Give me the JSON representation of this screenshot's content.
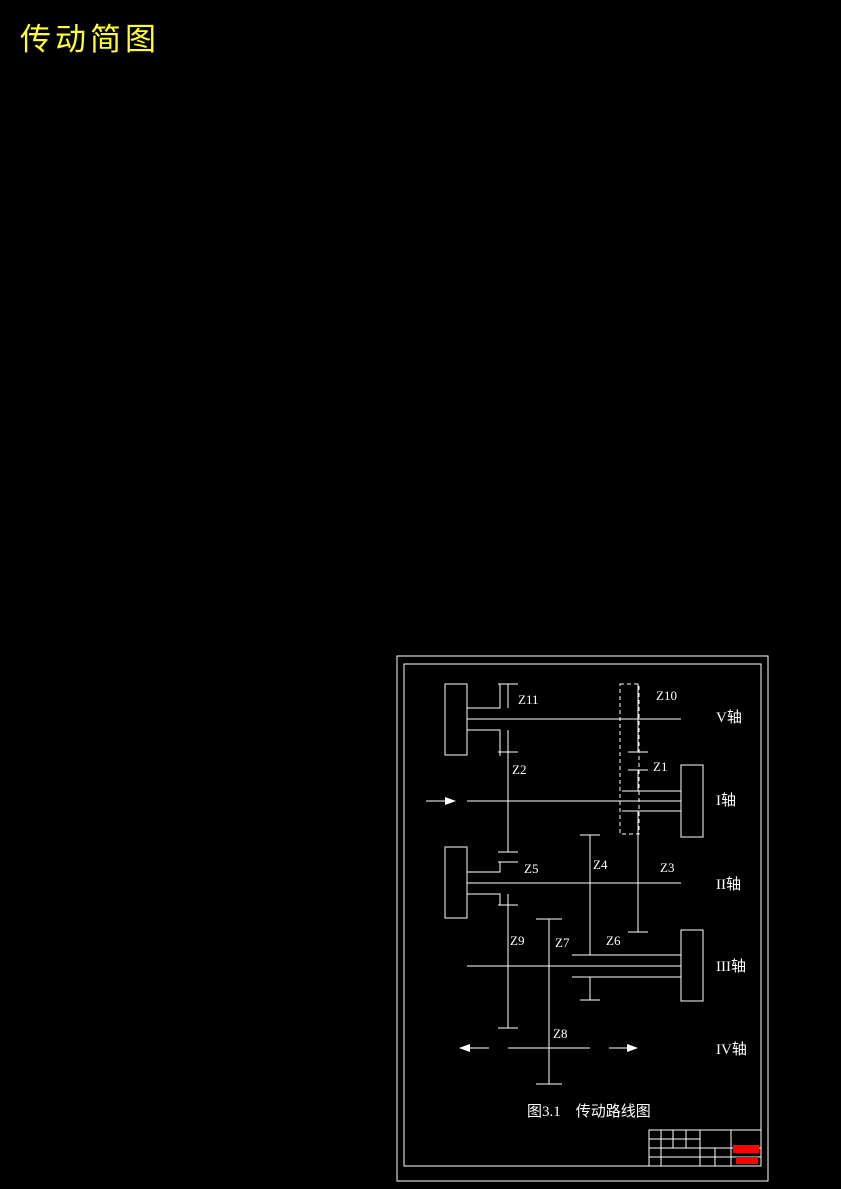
{
  "title": "传动简图",
  "shafts": [
    "V轴",
    "I轴",
    "II轴",
    "III轴",
    "IV轴"
  ],
  "gears": {
    "z11": "Z11",
    "z10": "Z10",
    "z2": "Z2",
    "z1": "Z1",
    "z5": "Z5",
    "z4": "Z4",
    "z3": "Z3",
    "z9": "Z9",
    "z7": "Z7",
    "z6": "Z6",
    "z8": "Z8"
  },
  "caption": "图3.1　传动路线图",
  "colors": {
    "background": "#000000",
    "title": "#ffff33",
    "lines": "#ffffff",
    "stamp": "#ff0000"
  }
}
